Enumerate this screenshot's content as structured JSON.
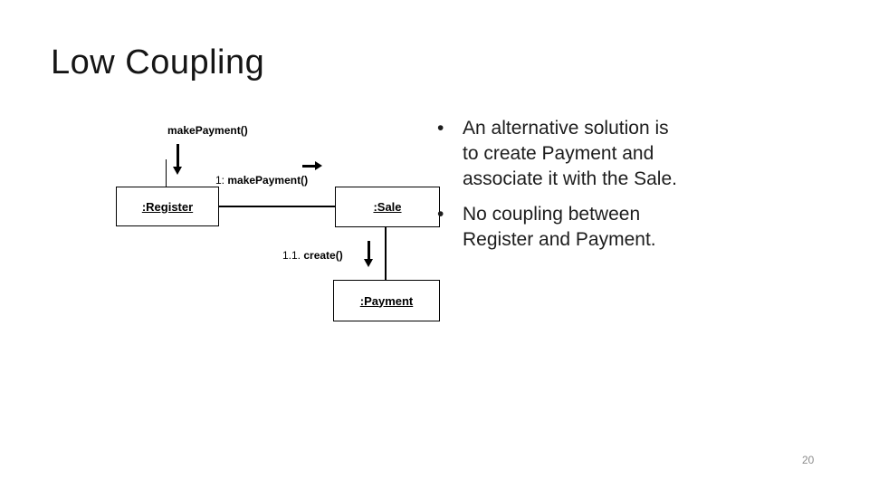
{
  "slide": {
    "title": "Low Coupling",
    "page_number": "20"
  },
  "bullet_char": "•",
  "bullets": [
    {
      "text": "An alternative solution is\nto create Payment and\nassociate it with the Sale."
    },
    {
      "text": "No coupling between\nRegister and Payment."
    }
  ],
  "diagram": {
    "type": "uml-communication-diagram",
    "top_message": "makePayment()",
    "link_register_sale": {
      "prefix": "1:",
      "label": "makePayment()"
    },
    "link_sale_payment": {
      "prefix": "1.1.",
      "label": "create()"
    },
    "objects": [
      {
        "label": ":Register"
      },
      {
        "label": ":Sale"
      },
      {
        "label": ":Payment"
      }
    ]
  }
}
